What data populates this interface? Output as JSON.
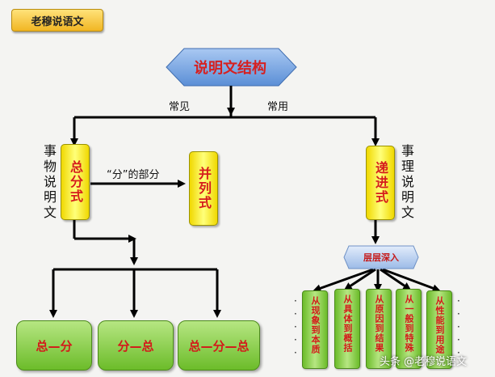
{
  "badge": "老穆说语文",
  "root": "说明文结构",
  "labels": {
    "common_left": "常见",
    "common_right": "常用",
    "parts_relation": "“分”的部分"
  },
  "left_category": "事物说明文",
  "right_category": "事理说明文",
  "nodes": {
    "zongfen": "总分式",
    "binglie": "并列式",
    "dijin": "递进式",
    "layered": "层层深入"
  },
  "left_children": [
    "总—分",
    "分—总",
    "总—分—总"
  ],
  "right_children": [
    "从现象到本质",
    "从具体到概括",
    "从原因到结果",
    "从一般到特殊",
    "从性能到用途"
  ],
  "watermark": "头条 @老穆说语文",
  "colors": {
    "accent_red": "#d51c1c",
    "yellow": "#f0d800",
    "green": "#6cbc2a",
    "blue": "#5b8fd6"
  }
}
